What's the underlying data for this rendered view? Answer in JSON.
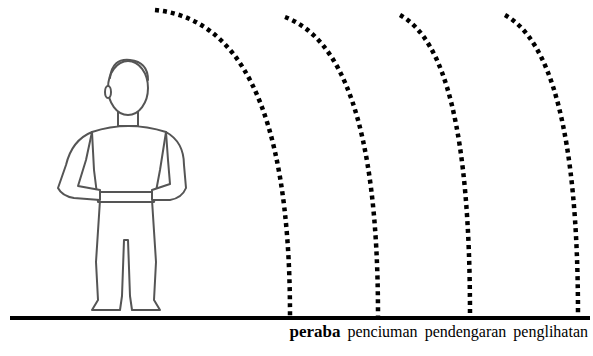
{
  "diagram": {
    "labels": [
      "peraba",
      "penciuman",
      "pendengaran",
      "penglihatan"
    ]
  }
}
